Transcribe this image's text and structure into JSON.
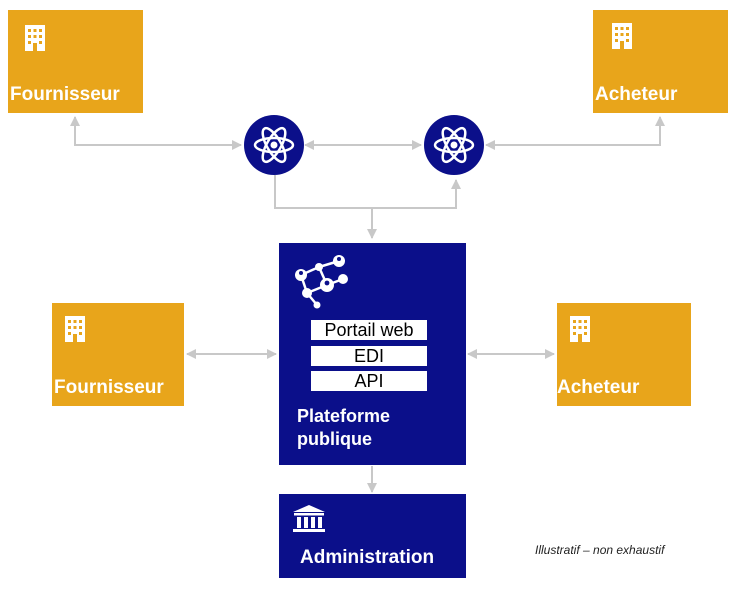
{
  "colors": {
    "orange": "#E8A51B",
    "navy": "#0B0F8A",
    "connector": "#C8C8C8"
  },
  "supplier_top": {
    "label": "Fournisseur",
    "icon": "building-icon"
  },
  "buyer_top": {
    "label": "Acheteur",
    "icon": "building-icon"
  },
  "supplier_mid": {
    "label": "Fournisseur",
    "icon": "building-icon"
  },
  "buyer_mid": {
    "label": "Acheteur",
    "icon": "building-icon"
  },
  "hub_left": {
    "icon": "atom-icon"
  },
  "hub_right": {
    "icon": "atom-icon"
  },
  "platform": {
    "icon": "network-people-icon",
    "channels": [
      "Portail web",
      "EDI",
      "API"
    ],
    "title_line1": "Plateforme",
    "title_line2": "publique"
  },
  "administration": {
    "label": "Administration",
    "icon": "institution-icon"
  },
  "note": "Illustratif – non exhaustif"
}
